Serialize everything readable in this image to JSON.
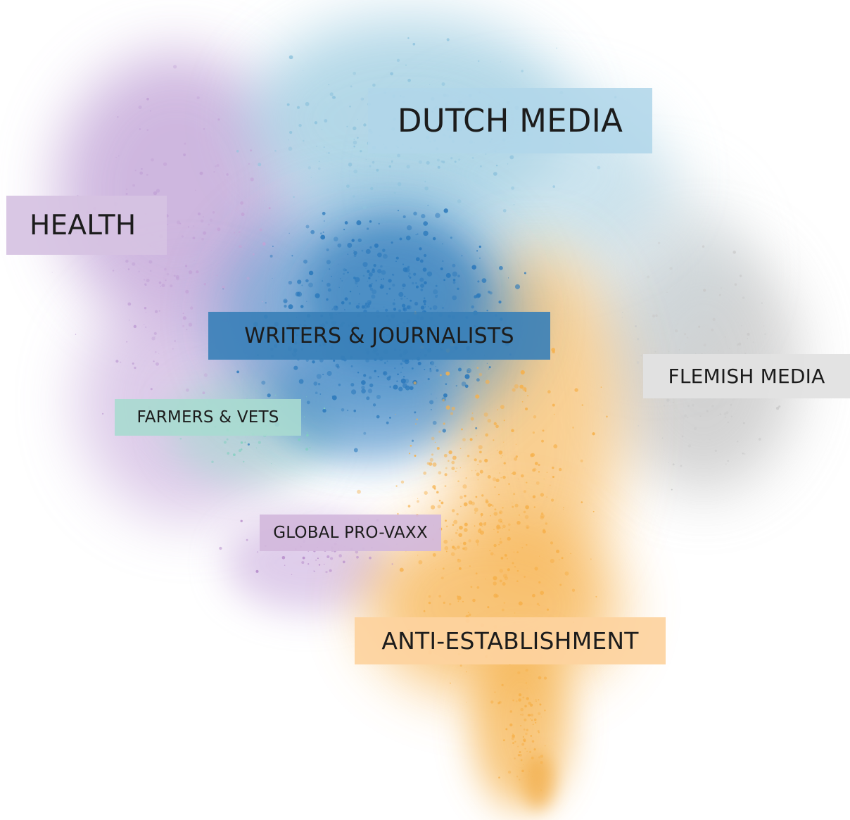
{
  "clusters": [
    {
      "key": "dutch_media",
      "label": "DUTCH MEDIA",
      "color": "#8fc3dd"
    },
    {
      "key": "health",
      "label": "HEALTH",
      "color": "#c2a3d6"
    },
    {
      "key": "writers_journalists",
      "label": "WRITERS & JOURNALISTS",
      "color": "#2a78bb"
    },
    {
      "key": "flemish_media",
      "label": "FLEMISH MEDIA",
      "color": "#c9c9c9"
    },
    {
      "key": "farmers_vets",
      "label": "FARMERS & VETS",
      "color": "#7fcfbf"
    },
    {
      "key": "global_pro_vaxx",
      "label": "GLOBAL PRO-VAXX",
      "color": "#b58ac9"
    },
    {
      "key": "anti_establishment",
      "label": "ANTI-ESTABLISHMENT",
      "color": "#f6b04a"
    }
  ]
}
